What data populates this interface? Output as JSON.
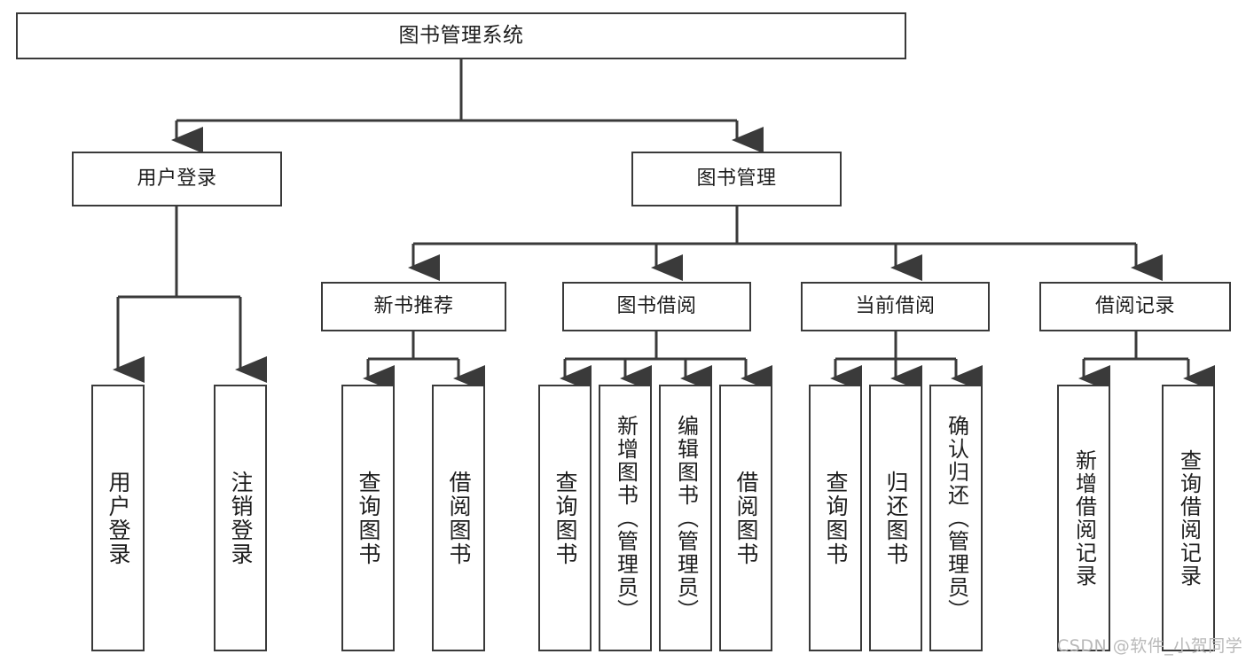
{
  "diagram": {
    "type": "tree-hierarchy",
    "title": "图书管理系统",
    "background": "#ffffff",
    "box_stroke": "#3a3a3a",
    "text_color": "#1d1d1d",
    "watermark": "CSDN @软件_小贺同学",
    "levels": {
      "root": {
        "label": "图书管理系统"
      },
      "level2": [
        {
          "label": "用户登录"
        },
        {
          "label": "图书管理"
        }
      ],
      "level3": [
        {
          "label": "新书推荐"
        },
        {
          "label": "图书借阅"
        },
        {
          "label": "当前借阅"
        },
        {
          "label": "借阅记录"
        }
      ],
      "leaves": [
        {
          "label": "用户登录",
          "parent": "用户登录"
        },
        {
          "label": "注销登录",
          "parent": "用户登录"
        },
        {
          "label": "查询图书",
          "parent": "新书推荐"
        },
        {
          "label": "借阅图书",
          "parent": "新书推荐"
        },
        {
          "label": "查询图书",
          "parent": "图书借阅"
        },
        {
          "label": "新增图书（管理员）",
          "parent": "图书借阅"
        },
        {
          "label": "编辑图书（管理员）",
          "parent": "图书借阅"
        },
        {
          "label": "借阅图书",
          "parent": "图书借阅"
        },
        {
          "label": "查询图书",
          "parent": "当前借阅"
        },
        {
          "label": "归还图书",
          "parent": "当前借阅"
        },
        {
          "label": "确认归还（管理员）",
          "parent": "当前借阅"
        },
        {
          "label": "新增借阅记录",
          "parent": "借阅记录"
        },
        {
          "label": "查询借阅记录",
          "parent": "借阅记录"
        }
      ]
    }
  }
}
